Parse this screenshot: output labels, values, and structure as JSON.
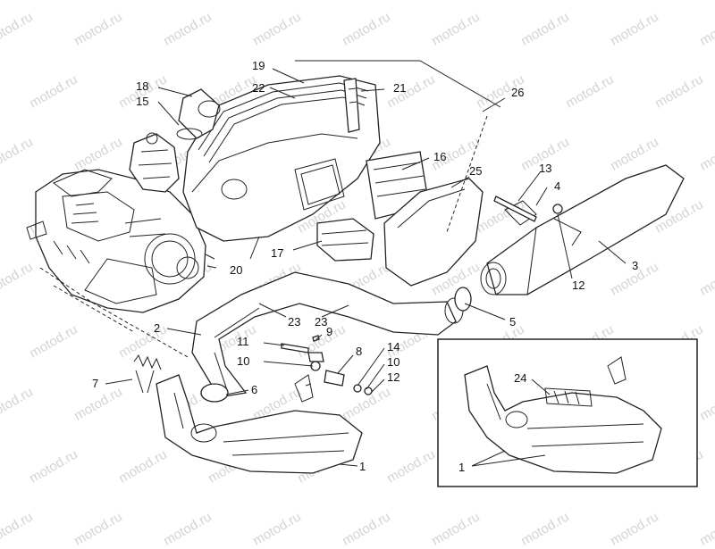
{
  "watermark": "motod.ru",
  "callouts": {
    "c19": "19",
    "c22": "22",
    "c21": "21",
    "c26": "26",
    "c18": "18",
    "c15": "15",
    "c16": "16",
    "c25": "25",
    "c13": "13",
    "c4": "4",
    "c12a": "12",
    "c3": "3",
    "c17": "17",
    "c20": "20",
    "c5": "5",
    "c2": "2",
    "c23a": "23",
    "c23b": "23",
    "c9": "9",
    "c11": "11",
    "c10a": "10",
    "c8": "8",
    "c14": "14",
    "c10b": "10",
    "c12b": "12",
    "c7": "7",
    "c6": "6",
    "c1": "1",
    "c24": "24",
    "c1b": "1"
  },
  "colors": {
    "line": "#222222",
    "watermark": "#d4d4d4",
    "background": "#ffffff"
  }
}
